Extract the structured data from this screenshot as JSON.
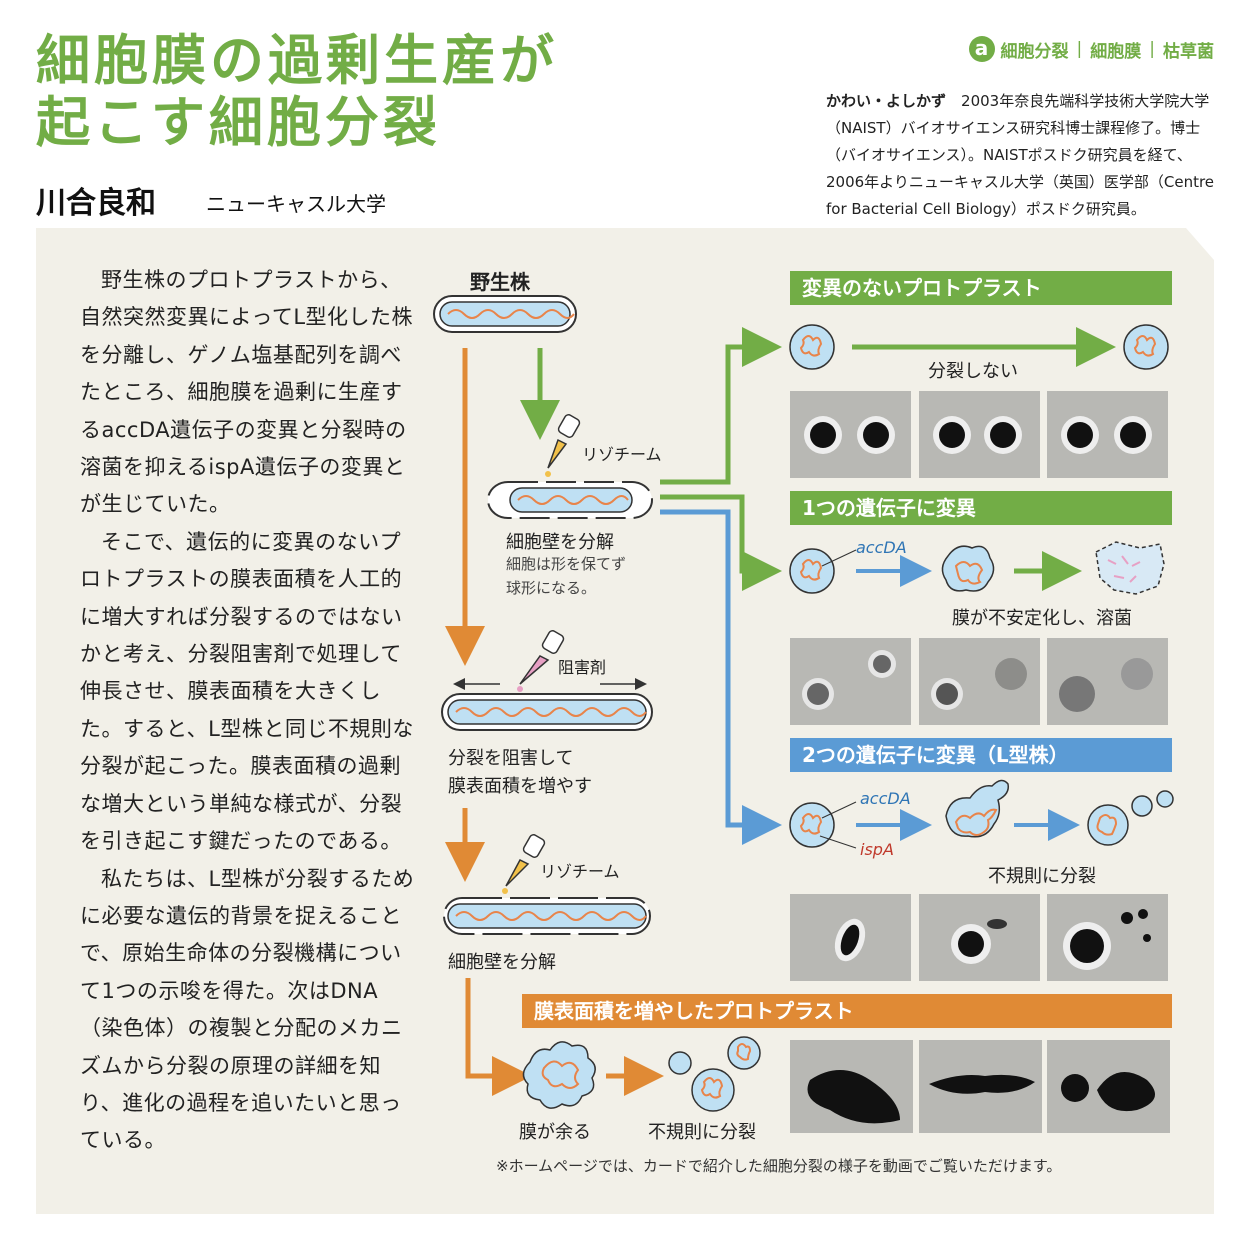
{
  "title": {
    "line1": "細胞膜の過剰生産が",
    "line2": "起こす細胞分裂"
  },
  "author": {
    "name": "川合良和",
    "affiliation": "ニューキャスル大学"
  },
  "tags": {
    "logo": "a",
    "items": [
      "細胞分裂",
      "細胞膜",
      "枯草菌"
    ]
  },
  "bio": {
    "name": "かわい・よしかず",
    "text": "2003年奈良先端科学技術大学院大学（NAIST）バイオサイエンス研究科博士課程修了。博士（バイオサイエンス）。NAISTポスドク研究員を経て、2006年よりニューキャスル大学（英国）医学部（Centre for Bacterial Cell Biology）ポスドク研究員。"
  },
  "body": {
    "p1": "野生株のプロトプラストから、自然突然変異によってL型化した株を分離し、ゲノム塩基配列を調べたところ、細胞膜を過剰に生産するaccDA遺伝子の変異と分裂時の溶菌を抑えるispA遺伝子の変異とが生じていた。",
    "p2": "そこで、遺伝的に変異のないプロトプラストの膜表面積を人工的に増大すれば分裂するのではないかと考え、分裂阻害剤で処理して伸長させ、膜表面積を大きくした。すると、L型株と同じ不規則な分裂が起こった。膜表面積の過剰な増大という単純な様式が、分裂を引き起こす鍵だったのである。",
    "p3": "私たちは、L型株が分裂するために必要な遺伝的背景を捉えることで、原始生命体の分裂機構について1つの示唆を得た。次はDNA（染色体）の複製と分配のメカニズムから分裂の原理の詳細を知り、進化の過程を追いたいと思っている。"
  },
  "diagram": {
    "wild_type": "野生株",
    "lysozyme": "リゾチーム",
    "wall_degrade": "細胞壁を分解",
    "wall_note1": "細胞は形を保てず",
    "wall_note2": "球形になる。",
    "inhibitor": "阻害剤",
    "inhibit1": "分裂を阻害して",
    "inhibit2": "膜表面積を増やす",
    "lysozyme2": "リゾチーム",
    "wall_degrade2": "細胞壁を分解",
    "h_nomut": "変異のないプロトプラスト",
    "no_division": "分裂しない",
    "h_onegene": "1つの遺伝子に変異",
    "accDA": "accDA",
    "lysis": "膜が不安定化し、溶菌",
    "h_twogene": "2つの遺伝子に変異（L型株）",
    "accDA2": "accDA",
    "ispA": "ispA",
    "irregular": "不規則に分裂",
    "h_enlarged": "膜表面積を増やしたプロトプラスト",
    "excess": "膜が余る",
    "irregular2": "不規則に分裂"
  },
  "colors": {
    "green": "#72ad46",
    "blue": "#5b9bd5",
    "orange": "#e08a35",
    "cell": "#bfe0f3",
    "dna": "#e8844a"
  },
  "footnote": "※ホームページでは、カードで紹介した細胞分裂の様子を動画でご覧いただけます。"
}
